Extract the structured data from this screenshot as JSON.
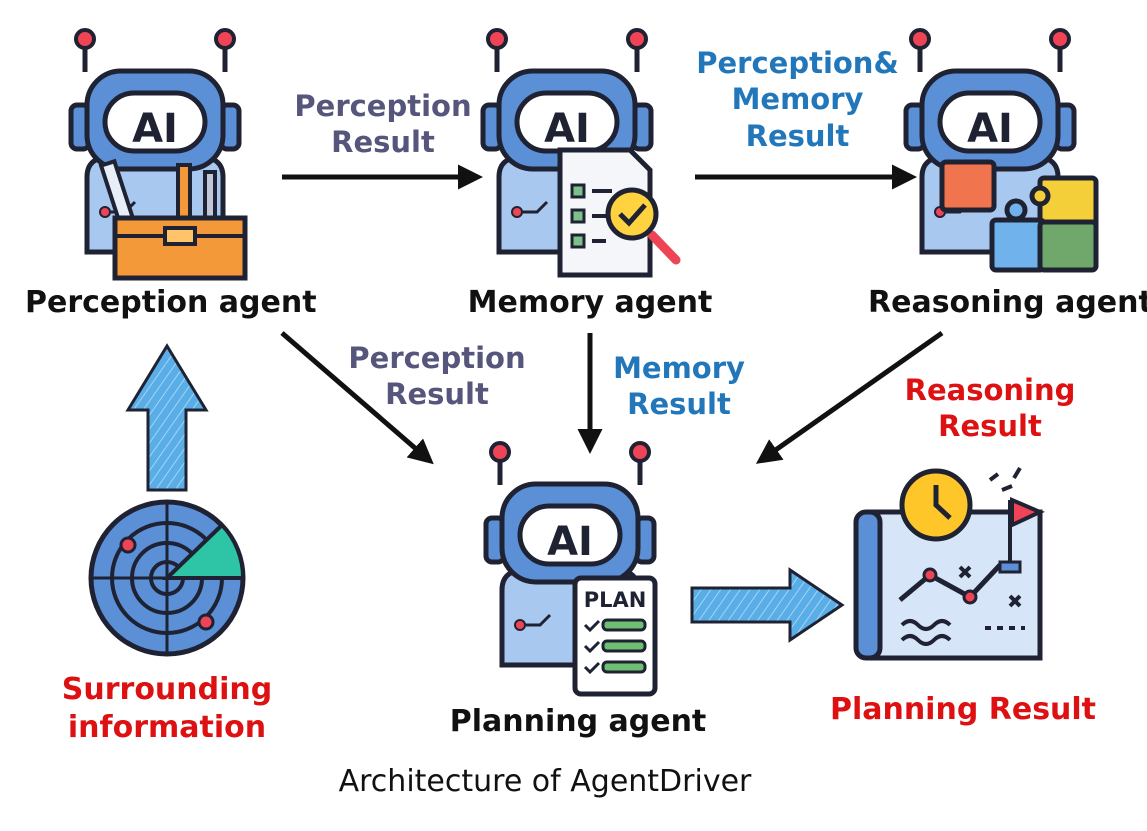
{
  "agents": {
    "perception": "Perception agent",
    "memory": "Memory agent",
    "reasoning": "Reasoning agent",
    "planning": "Planning agent"
  },
  "robot_badge": "AI",
  "plan_card": "PLAN",
  "edges": {
    "perception_to_memory": [
      "Perception",
      "Result"
    ],
    "memory_to_reasoning": [
      "Perception&",
      "Memory",
      "Result"
    ],
    "perception_to_planning": [
      "Perception",
      "Result"
    ],
    "memory_to_planning": [
      "Memory",
      "Result"
    ],
    "reasoning_to_planning": [
      "Reasoning",
      "Result"
    ]
  },
  "surrounding": [
    "Surrounding",
    "information"
  ],
  "planning_result": "Planning Result",
  "title": "Architecture of AgentDriver",
  "colors": {
    "edge_purple": "#56557c",
    "edge_blue": "#2277bb",
    "edge_red": "#dd1111",
    "robot_blue": "#5b8fd6",
    "robot_light": "#a8c8f0",
    "outline": "#1f2233",
    "toolbox_orange": "#f4993a",
    "fat_arrow_blue": "#5aaee8"
  }
}
